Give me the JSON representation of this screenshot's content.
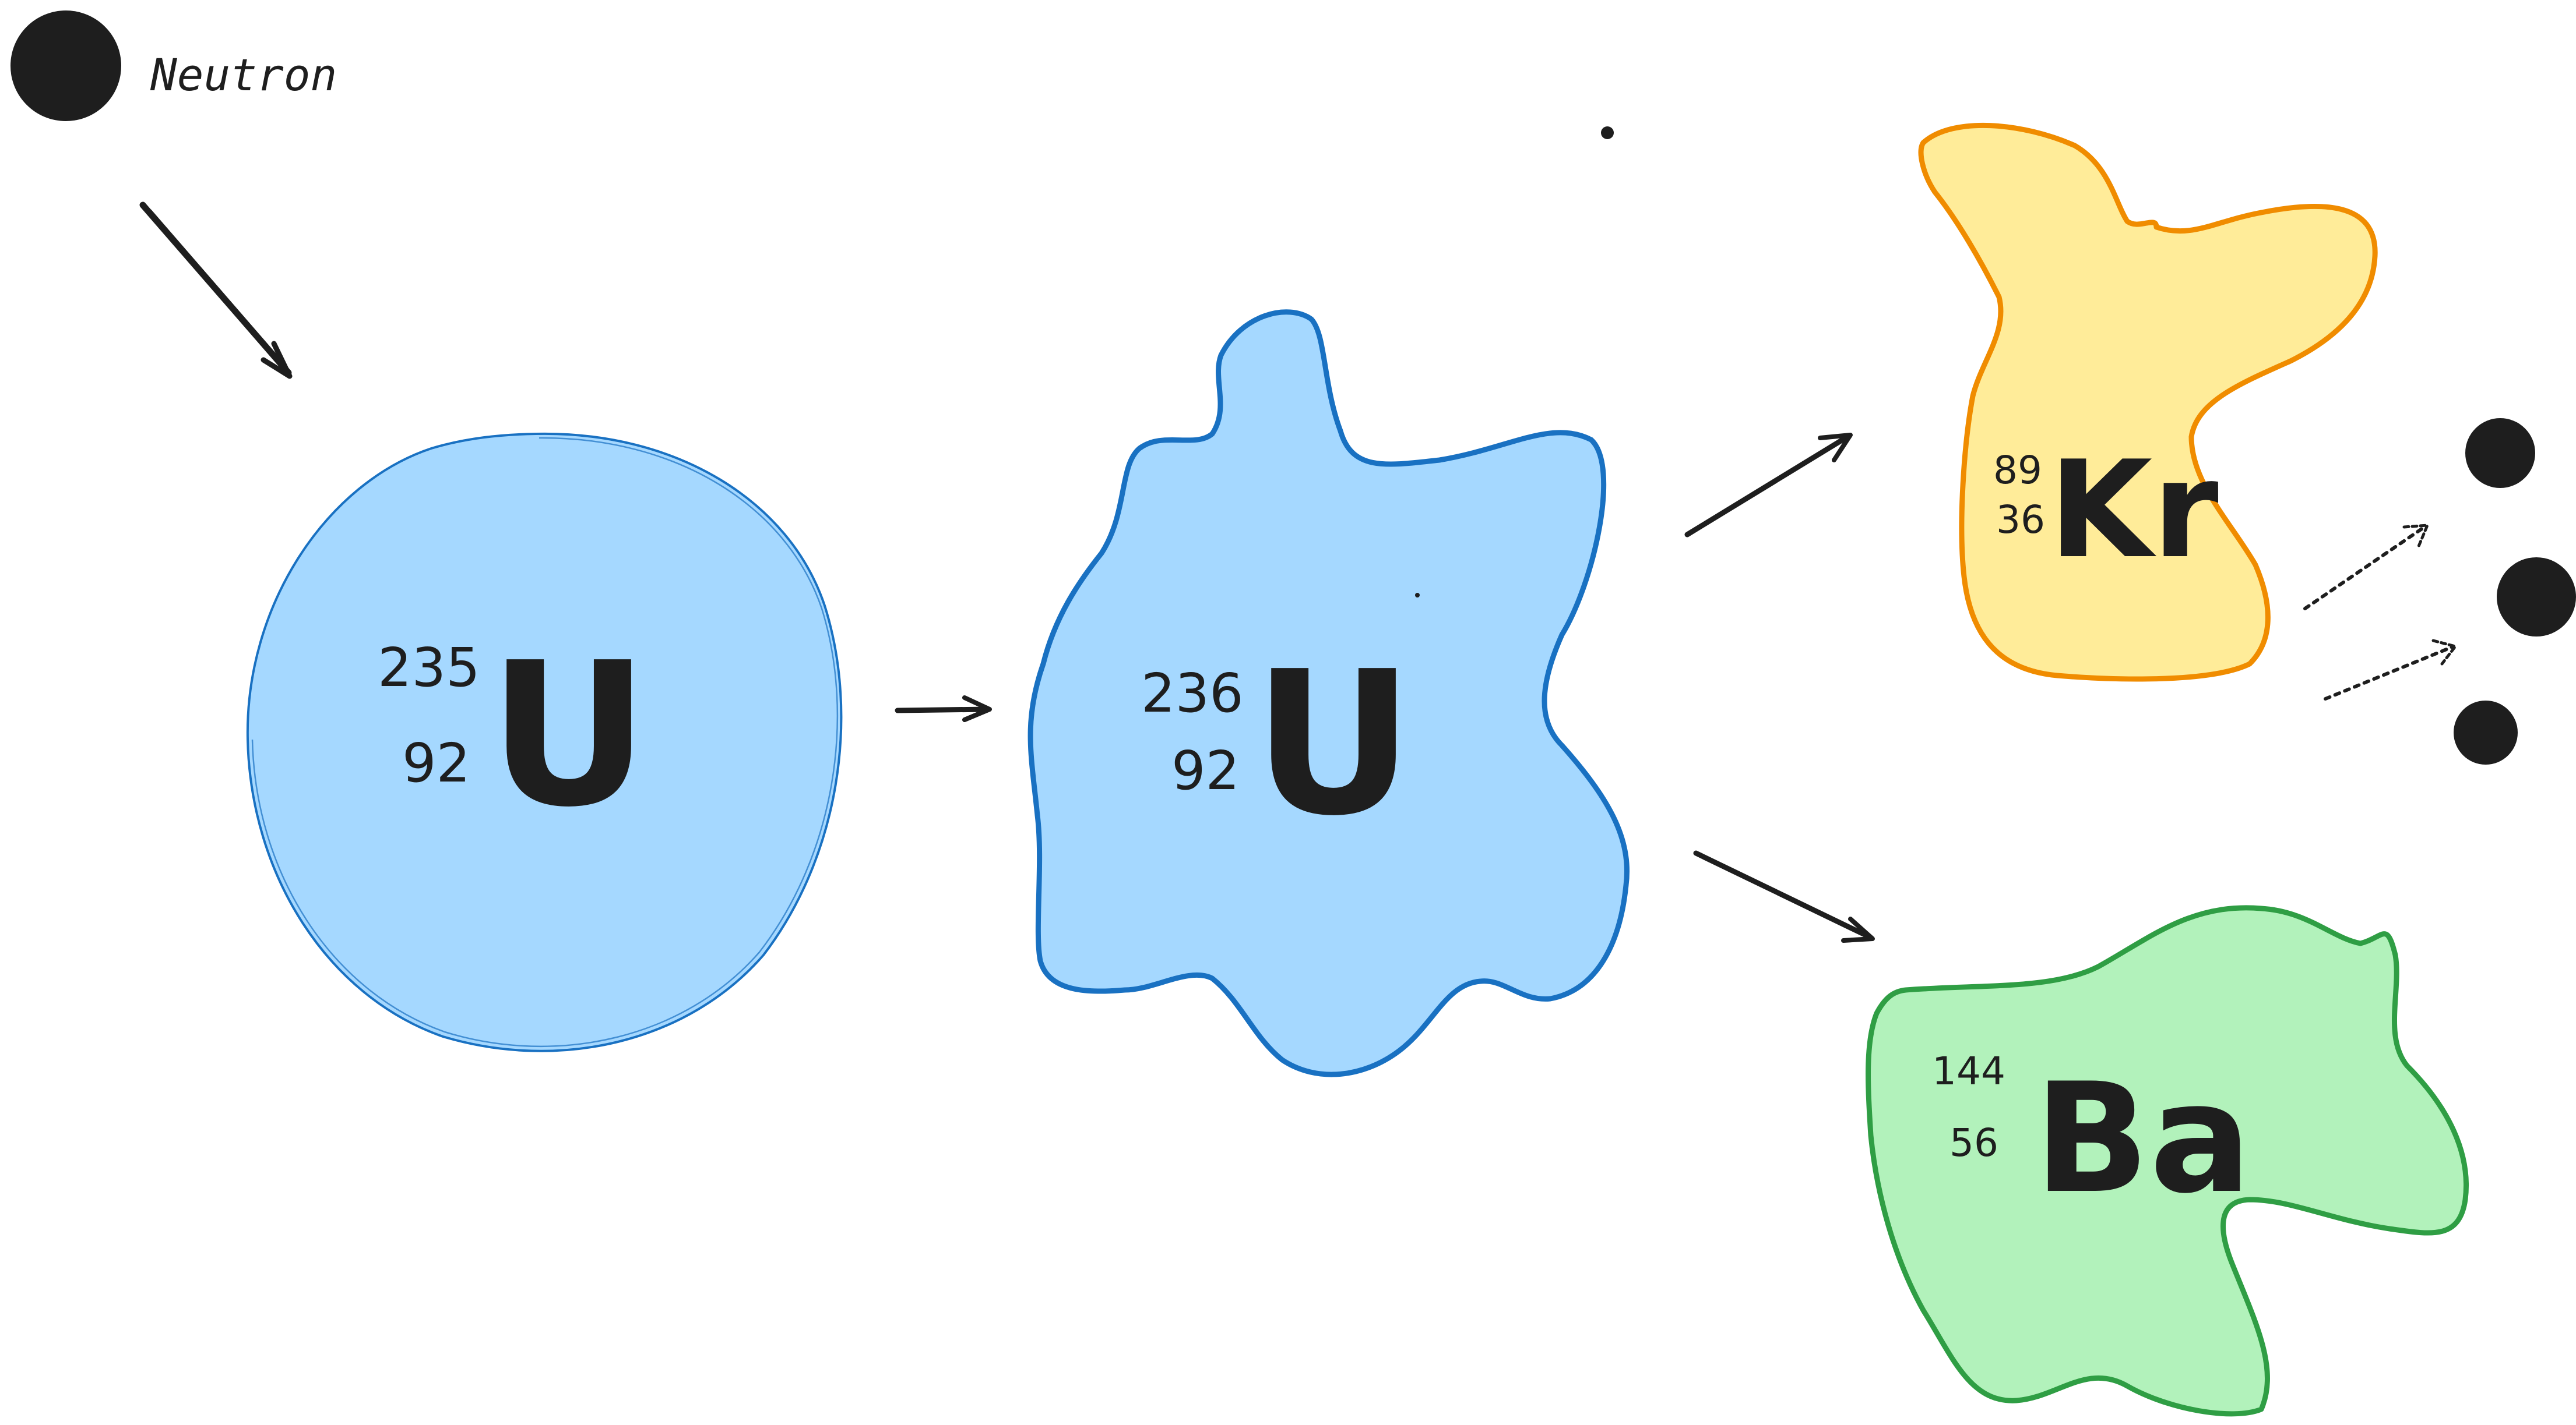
{
  "neutron_label": "Neutron",
  "u235": {
    "mass": "235",
    "atomic": "92",
    "symbol": "U"
  },
  "u236": {
    "mass": "236",
    "atomic": "92",
    "symbol": "U"
  },
  "kr": {
    "mass": "89",
    "atomic": "36",
    "symbol": "Kr"
  },
  "ba": {
    "mass": "144",
    "atomic": "56",
    "symbol": "Ba"
  },
  "colors": {
    "u_fill": "#a5d8ff",
    "u_stroke": "#1971c2",
    "kr_fill": "#ffec99",
    "kr_stroke": "#f08c00",
    "ba_fill": "#b2f2bb",
    "ba_stroke": "#2f9e44",
    "ink": "#1e1e1e"
  }
}
